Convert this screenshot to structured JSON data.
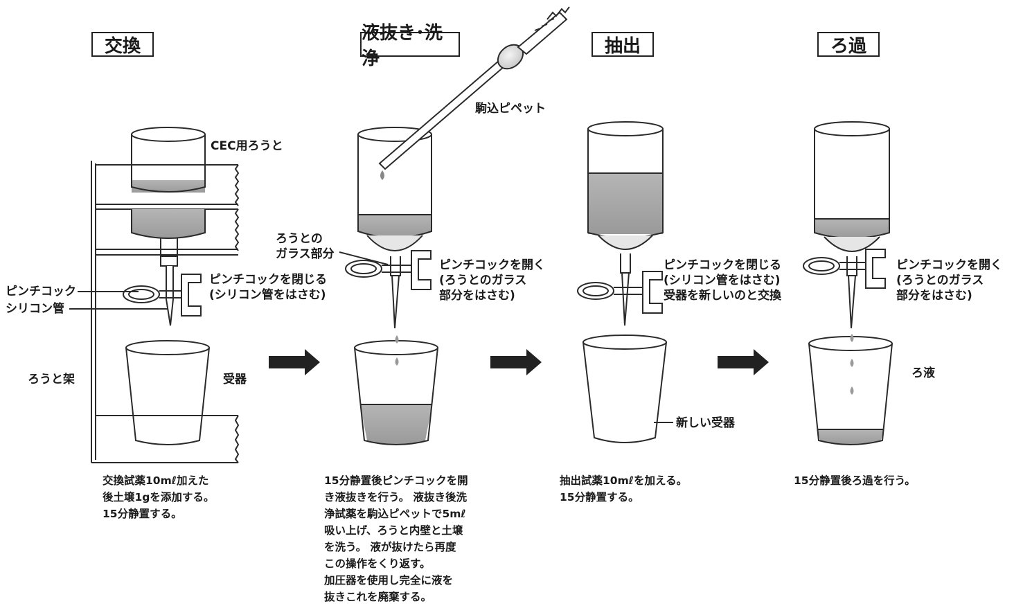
{
  "steps": [
    {
      "title": "交換",
      "description": "交換試薬10mℓ加えた\n後土壌1gを添加する。\n15分静置する。"
    },
    {
      "title": "液抜き･洗浄",
      "description": "15分静置後ピンチコックを開\nき液抜きを行う。 液抜き後洗\n浄試薬を駒込ピペットで5mℓ\n吸い上げ、ろうと内壁と土壌\nを洗う。 液が抜けたら再度\nこの操作をくり返す。\n加圧器を使用し完全に液を\n抜きこれを廃棄する。"
    },
    {
      "title": "抽出",
      "description": "抽出試薬10mℓを加える。\n15分静置する。"
    },
    {
      "title": "ろ過",
      "description": "15分静置後ろ過を行う。"
    }
  ],
  "labels": {
    "cec_funnel": "CEC用ろうと",
    "pinchcock": "ピンチコック",
    "silicone_tube": "シリコン管",
    "funnel_stand": "ろうと架",
    "receiver": "受器",
    "close_pinchcock_1": "ピンチコックを閉じる\n(シリコン管をはさむ)",
    "komagome_pipette": "駒込ピペット",
    "funnel_glass_part": "ろうとの\nガラス部分",
    "open_pinchcock_1": "ピンチコックを開く\n(ろうとのガラス\n部分をはさむ)",
    "close_pinchcock_2": "ピンチコックを閉じる\n(シリコン管をはさむ)\n受器を新しいのと交換",
    "new_receiver": "新しい受器",
    "open_pinchcock_2": "ピンチコックを開く\n(ろうとのガラス\n部分をはさむ)",
    "filtrate": "ろ液"
  },
  "colors": {
    "liquid": "#a8a8a8",
    "line": "#2a2a2a",
    "arrow": "#222222"
  }
}
